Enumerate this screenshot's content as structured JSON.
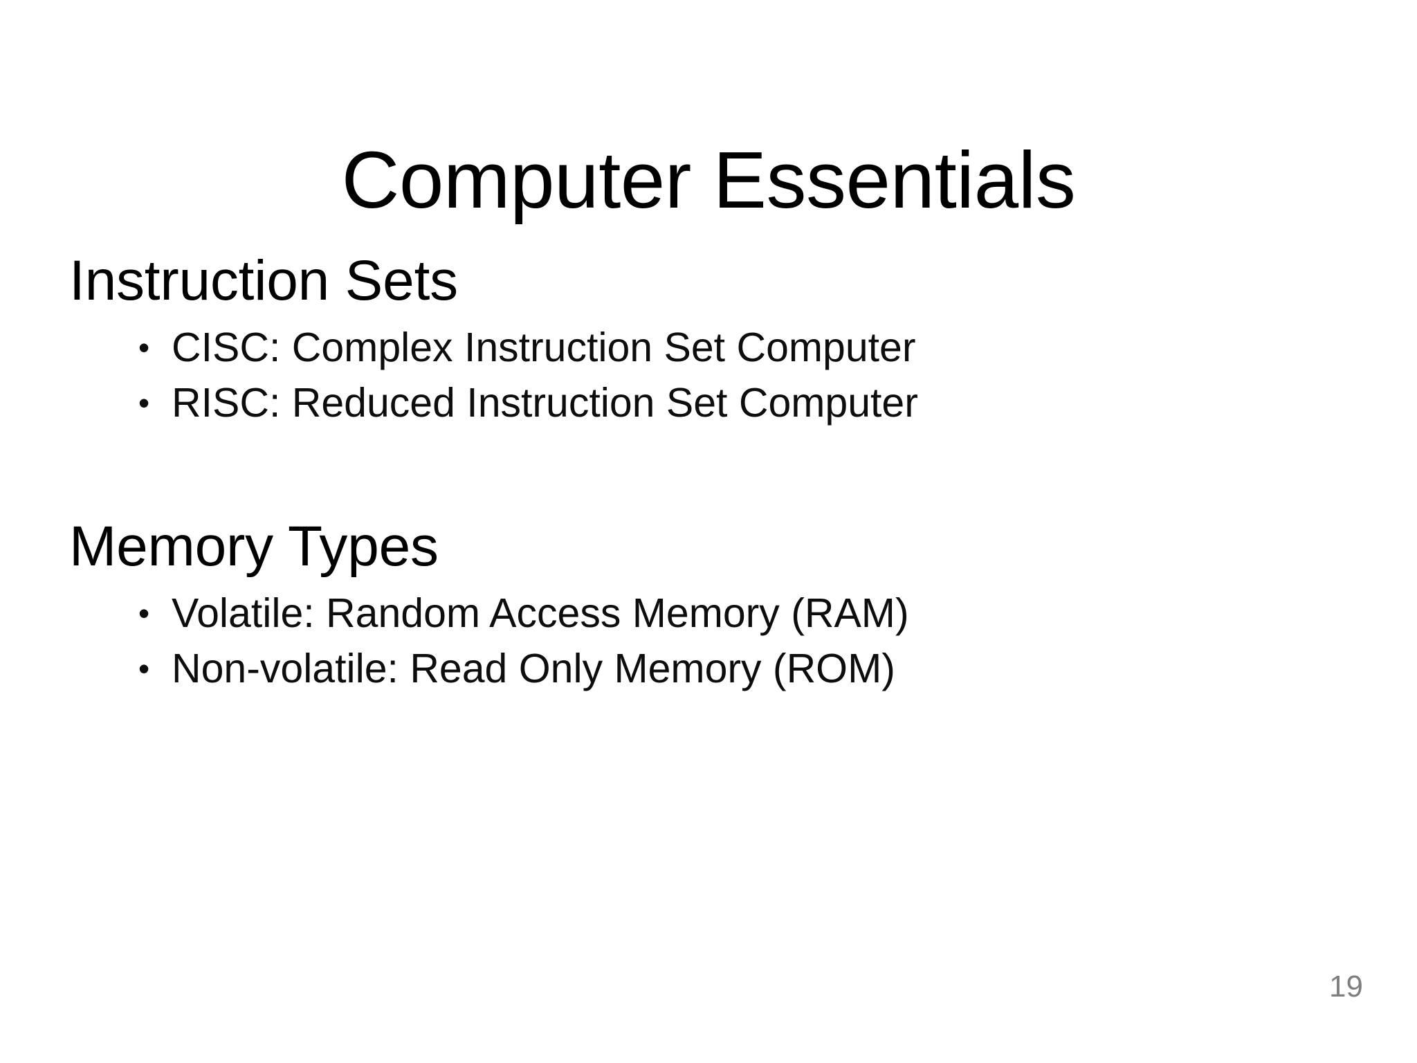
{
  "slide": {
    "title": "Computer Essentials",
    "page_number": "19",
    "background_color": "#ffffff",
    "text_color": "#000000",
    "page_number_color": "#7f7f7f",
    "bullet_glyph": "•",
    "sections": [
      {
        "heading": "Instruction Sets",
        "bullets": [
          "CISC: Complex Instruction Set Computer",
          "RISC: Reduced Instruction Set Computer"
        ]
      },
      {
        "heading": "Memory Types",
        "bullets": [
          "Volatile: Random Access Memory (RAM)",
          "Non-volatile: Read Only Memory (ROM)"
        ]
      }
    ]
  }
}
